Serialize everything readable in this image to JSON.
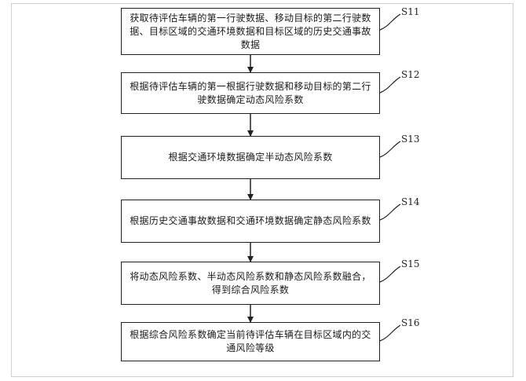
{
  "steps": [
    {
      "id": "S11",
      "text": "获取待评估车辆的第一行驶数据、移动目标的第二行驶数据、目标区域的交通环境数据和目标区域的历史交通事故数据"
    },
    {
      "id": "S12",
      "text": "根据待评估车辆的第一根据行驶数据和移动目标的第二行驶数据确定动态风险系数"
    },
    {
      "id": "S13",
      "text": "根据交通环境数据确定半动态风险系数"
    },
    {
      "id": "S14",
      "text": "根据历史交通事故数据和交通环境数据确定静态风险系数"
    },
    {
      "id": "S15",
      "text": "将动态风险系数、半动态风险系数和静态风险系数融合，得到综合风险系数"
    },
    {
      "id": "S16",
      "text": "根据综合风险系数确定当前待评估车辆在目标区域内的交通风险等级"
    }
  ],
  "colors": {
    "stroke": "#222222",
    "background": "#ffffff"
  }
}
